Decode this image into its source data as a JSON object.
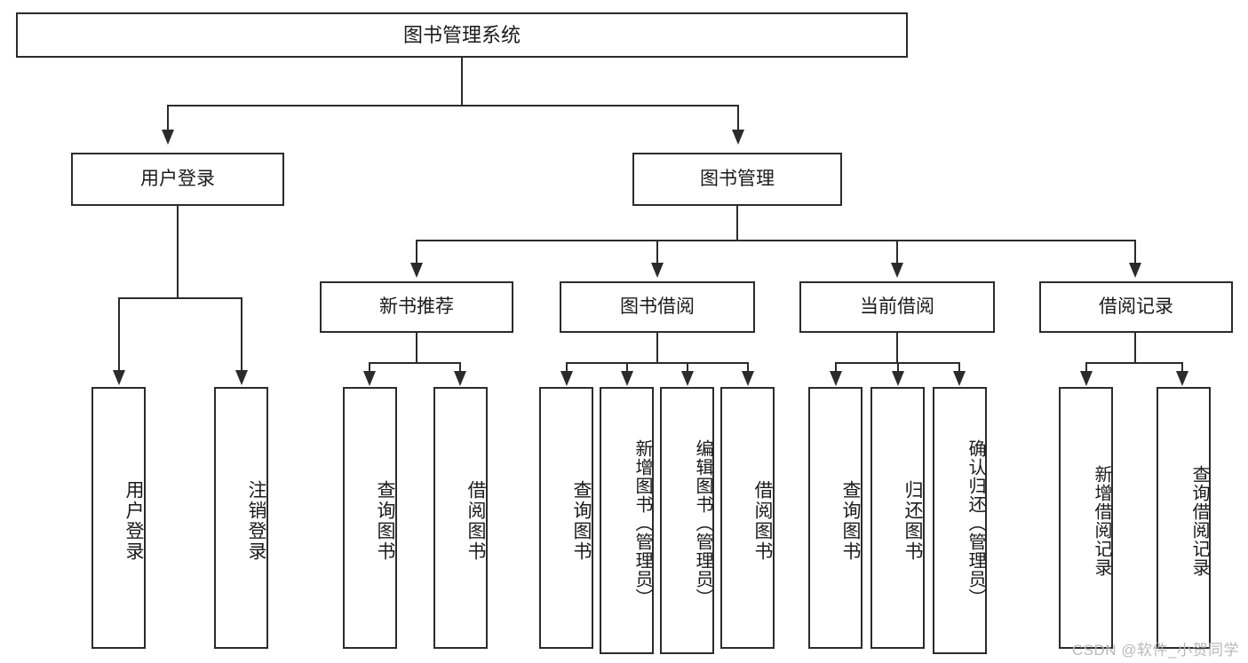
{
  "diagram": {
    "type": "tree",
    "title": "图书管理系统",
    "root": {
      "id": "root",
      "label": "图书管理系统"
    },
    "level2": [
      {
        "id": "user-login",
        "label": "用户登录"
      },
      {
        "id": "book-management",
        "label": "图书管理"
      }
    ],
    "level3": [
      {
        "id": "new-book-recommend",
        "label": "新书推荐"
      },
      {
        "id": "book-borrow",
        "label": "图书借阅"
      },
      {
        "id": "current-borrow",
        "label": "当前借阅"
      },
      {
        "id": "borrow-record",
        "label": "借阅记录"
      }
    ],
    "leaves": {
      "user_login": [
        {
          "id": "leaf-user-login",
          "label": "用户登录"
        },
        {
          "id": "leaf-logout-login",
          "label": "注销登录"
        }
      ],
      "new_book_recommend": [
        {
          "id": "leaf-query-book-1",
          "label": "查询图书"
        },
        {
          "id": "leaf-borrow-book-1",
          "label": "借阅图书"
        }
      ],
      "book_borrow": [
        {
          "id": "leaf-query-book-2",
          "label": "查询图书"
        },
        {
          "id": "leaf-add-book-admin",
          "label": "新增图书（管理员）"
        },
        {
          "id": "leaf-edit-book-admin",
          "label": "编辑图书（管理员）"
        },
        {
          "id": "leaf-borrow-book-2",
          "label": "借阅图书"
        }
      ],
      "current_borrow": [
        {
          "id": "leaf-query-book-3",
          "label": "查询图书"
        },
        {
          "id": "leaf-return-book",
          "label": "归还图书"
        },
        {
          "id": "leaf-confirm-return-admin",
          "label": "确认归还（管理员）"
        }
      ],
      "borrow_record": [
        {
          "id": "leaf-add-borrow-record",
          "label": "新增借阅记录"
        },
        {
          "id": "leaf-query-borrow-record",
          "label": "查询借阅记录"
        }
      ]
    }
  },
  "watermark": {
    "text": "CSDN @软件_小贺同学"
  },
  "colors": {
    "stroke": "#2b2b2b",
    "background": "#ffffff",
    "text": "#1a1a1a",
    "watermark": "#b9b9b9"
  }
}
